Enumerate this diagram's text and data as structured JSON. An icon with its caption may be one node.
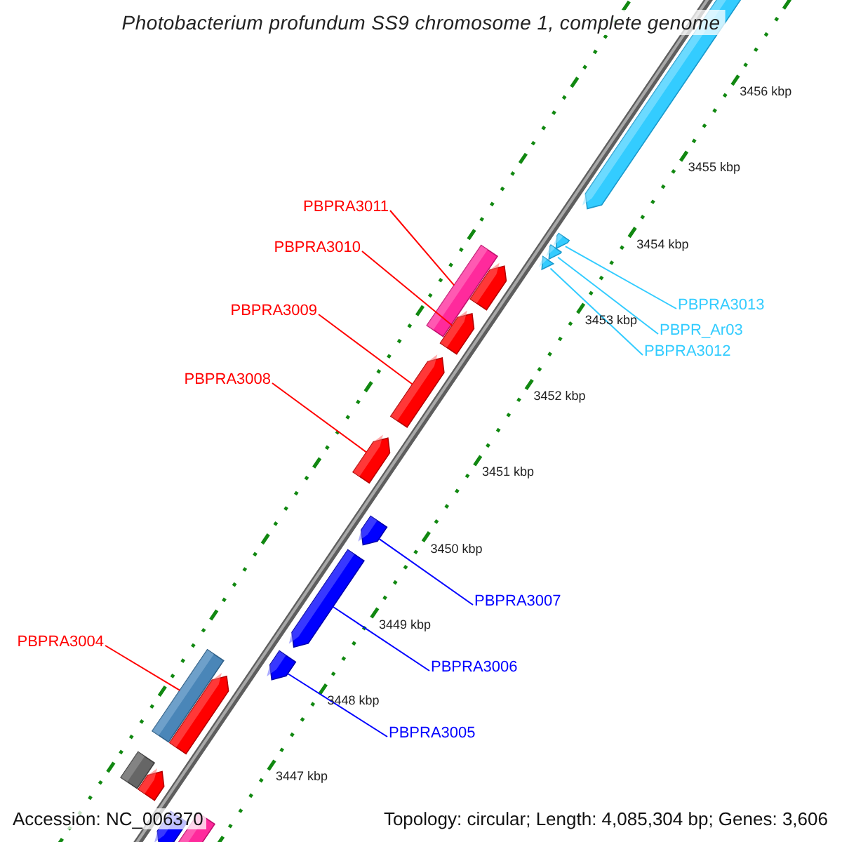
{
  "diagram": {
    "title": "Photobacterium profundum SS9 chromosome 1, complete genome",
    "nodes": [
      {
        "text": [
          "PBPRA3011"
        ]
      },
      {
        "text": [
          "PBPRA3010"
        ]
      },
      {
        "text": [
          "PBPRA3013"
        ]
      },
      {
        "text": [
          "PBPR_Ar03"
        ]
      },
      {
        "text": [
          "PBPRA3012"
        ]
      },
      {
        "text": [
          "PBPRA3009"
        ]
      },
      {
        "text": [
          "PBPRA3008"
        ]
      },
      {
        "text": [
          "PBPRA3007"
        ]
      },
      {
        "text": [
          "PBPRA3004"
        ]
      },
      {
        "text": [
          "PBPRA3006"
        ]
      },
      {
        "text": [
          "PBPRA3005"
        ]
      },
      {
        "text": [],
        "shape": "arrow"
      },
      {
        "text": [],
        "shape": "arrow"
      },
      {
        "text": [],
        "shape": "arrow"
      },
      {
        "text": [],
        "shape": "arrow"
      },
      {
        "text": [],
        "shape": "arrow"
      },
      {
        "text": [],
        "shape": "bar"
      },
      {
        "text": [],
        "shape": "arrow"
      },
      {
        "text": [],
        "shape": "arrow"
      },
      {
        "text": [],
        "shape": "arrow"
      },
      {
        "text": [],
        "shape": "arrow"
      },
      {
        "text": [],
        "shape": "arrow"
      },
      {
        "text": [],
        "shape": "arrow"
      },
      {
        "text": [],
        "shape": "bar"
      },
      {
        "text": [],
        "shape": "arrow"
      },
      {
        "text": [],
        "shape": "bar"
      },
      {
        "text": [],
        "shape": "arrow"
      },
      {
        "text": [],
        "shape": "arrow"
      },
      {
        "text": [],
        "shape": "bar"
      }
    ],
    "edges": [
      {
        "from": 0,
        "to": 16,
        "arrow": "none"
      },
      {
        "from": 1,
        "to": 17,
        "arrow": "none"
      },
      {
        "from": 2,
        "to": 12,
        "arrow": "none",
        "color": "#33ccff"
      },
      {
        "from": 3,
        "to": 13,
        "arrow": "none",
        "color": "#33ccff"
      },
      {
        "from": 4,
        "to": 14,
        "arrow": "none",
        "color": "#33ccff"
      },
      {
        "from": 5,
        "to": 18,
        "arrow": "none"
      },
      {
        "from": 6,
        "to": 19,
        "arrow": "none"
      },
      {
        "from": 7,
        "to": 20,
        "arrow": "none",
        "color": "#0000ff"
      },
      {
        "from": 8,
        "to": 23,
        "arrow": "none"
      },
      {
        "from": 9,
        "to": 21,
        "arrow": "none",
        "color": "#0000ff"
      },
      {
        "from": 10,
        "to": 22,
        "arrow": "none",
        "color": "#0000ff"
      }
    ],
    "labels": [
      "3456 kbp",
      "3455 kbp",
      "3454 kbp",
      "3453 kbp",
      "3452 kbp",
      "3451 kbp",
      "3450 kbp",
      "3449 kbp",
      "3448 kbp",
      "3447 kbp",
      "Accession: NC_006370",
      "Topology: circular; Length: 4,085,304 bp; Genes: 3,606"
    ]
  }
}
